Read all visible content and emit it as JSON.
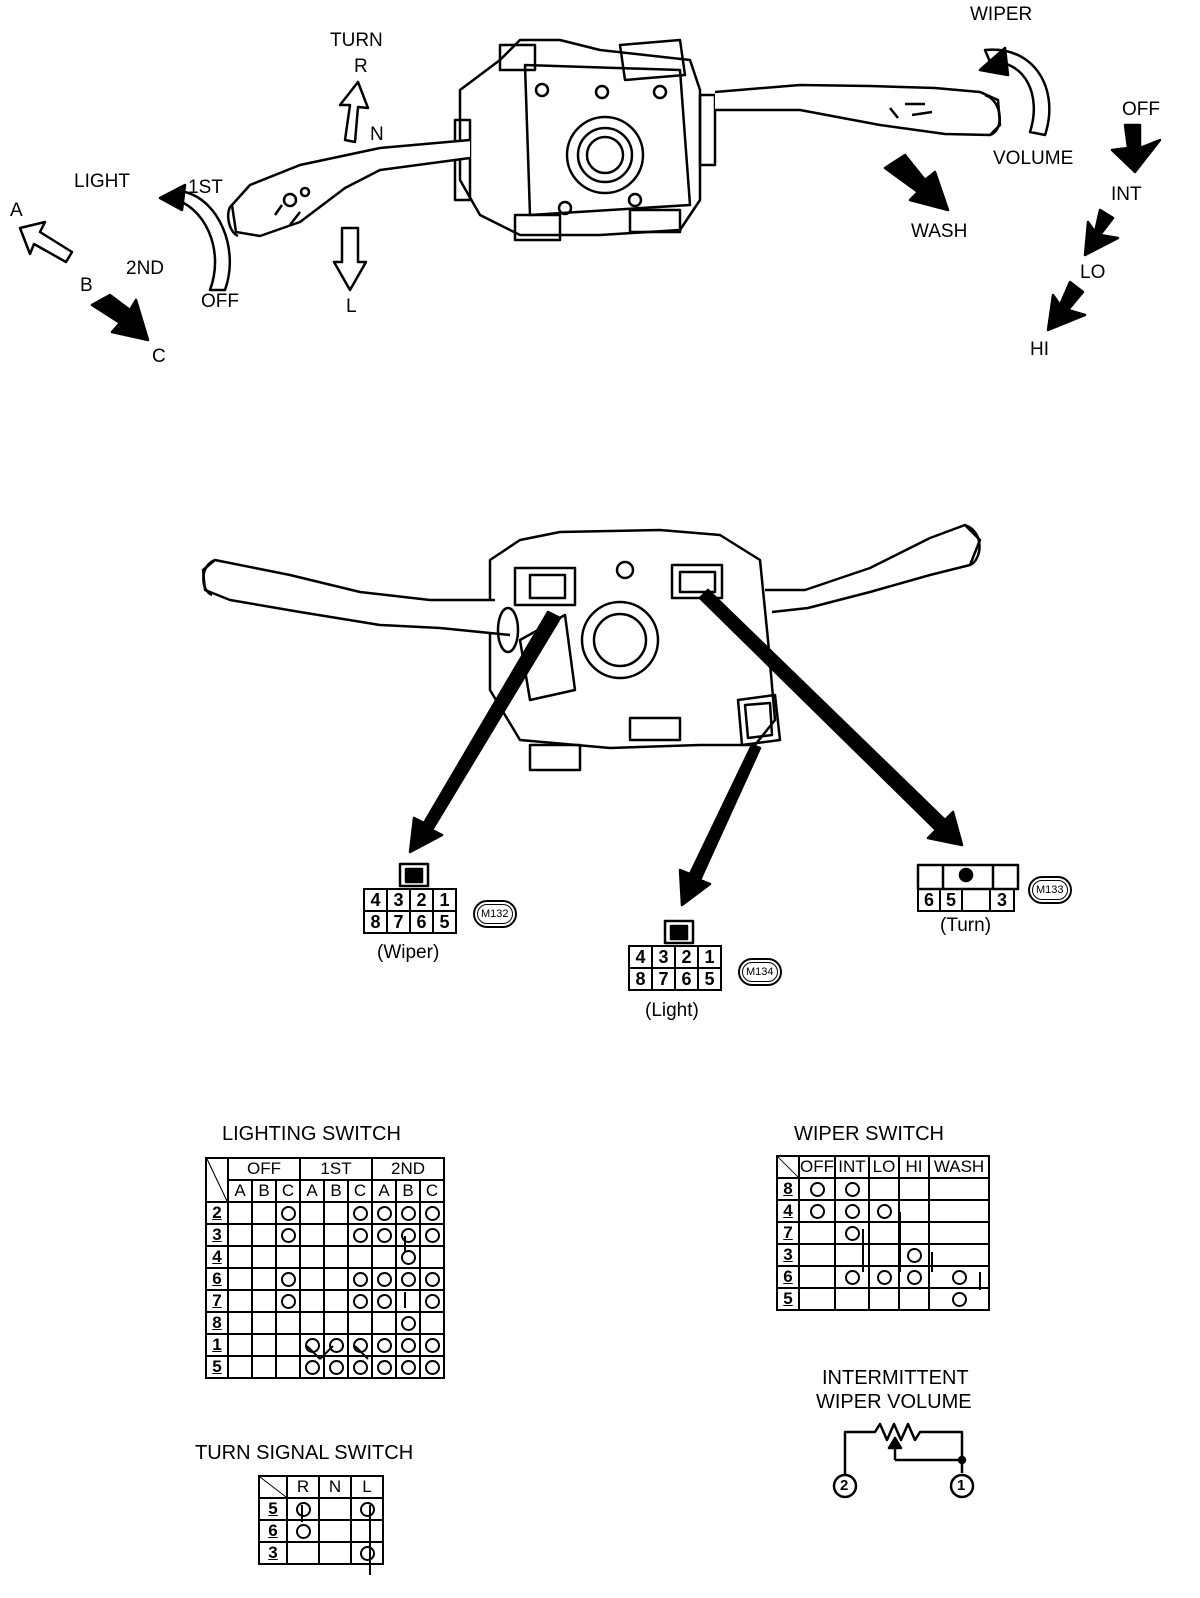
{
  "top_labels": {
    "turn": "TURN",
    "r": "R",
    "n": "N",
    "l": "L",
    "light": "LIGHT",
    "first": "1ST",
    "second": "2ND",
    "off_light": "OFF",
    "a": "A",
    "b": "B",
    "c": "C",
    "wiper": "WIPER",
    "volume": "VOLUME",
    "wash": "WASH",
    "off_wiper": "OFF",
    "int": "INT",
    "lo": "LO",
    "hi": "HI"
  },
  "connectors": {
    "wiper": {
      "id": "M132",
      "caption": "(Wiper)",
      "top": [
        "4",
        "3",
        "2",
        "1"
      ],
      "bottom": [
        "8",
        "7",
        "6",
        "5"
      ]
    },
    "light": {
      "id": "M134",
      "caption": "(Light)",
      "top": [
        "4",
        "3",
        "2",
        "1"
      ],
      "bottom": [
        "8",
        "7",
        "6",
        "5"
      ]
    },
    "turn": {
      "id": "M133",
      "caption": "(Turn)",
      "top": [
        "",
        "",
        ""
      ],
      "bottom": [
        "6",
        "5",
        "",
        "3"
      ]
    }
  },
  "lighting_switch": {
    "title": "LIGHTING SWITCH",
    "groups": [
      "OFF",
      "1ST",
      "2ND"
    ],
    "sub": [
      "A",
      "B",
      "C",
      "A",
      "B",
      "C",
      "A",
      "B",
      "C"
    ],
    "rows": [
      {
        "t": "2",
        "c": [
          0,
          0,
          1,
          0,
          0,
          1,
          1,
          1,
          1
        ]
      },
      {
        "t": "3",
        "c": [
          0,
          0,
          1,
          0,
          0,
          1,
          1,
          1,
          1
        ]
      },
      {
        "t": "4",
        "c": [
          0,
          0,
          0,
          0,
          0,
          0,
          0,
          1,
          0
        ]
      },
      {
        "t": "6",
        "c": [
          0,
          0,
          1,
          0,
          0,
          1,
          1,
          1,
          1
        ]
      },
      {
        "t": "7",
        "c": [
          0,
          0,
          1,
          0,
          0,
          1,
          1,
          0,
          1
        ]
      },
      {
        "t": "8",
        "c": [
          0,
          0,
          0,
          0,
          0,
          0,
          0,
          1,
          0
        ]
      },
      {
        "t": "1",
        "c": [
          0,
          0,
          0,
          1,
          1,
          1,
          1,
          1,
          1
        ]
      },
      {
        "t": "5",
        "c": [
          0,
          0,
          0,
          1,
          1,
          1,
          1,
          1,
          1
        ]
      }
    ]
  },
  "wiper_switch": {
    "title": "WIPER SWITCH",
    "cols": [
      "OFF",
      "INT",
      "LO",
      "HI",
      "WASH"
    ],
    "rows": [
      {
        "t": "8",
        "c": [
          1,
          1,
          0,
          0,
          0
        ]
      },
      {
        "t": "4",
        "c": [
          1,
          1,
          1,
          0,
          0
        ]
      },
      {
        "t": "7",
        "c": [
          0,
          1,
          0,
          0,
          0
        ]
      },
      {
        "t": "3",
        "c": [
          0,
          0,
          0,
          1,
          0
        ]
      },
      {
        "t": "6",
        "c": [
          0,
          1,
          1,
          1,
          1
        ]
      },
      {
        "t": "5",
        "c": [
          0,
          0,
          0,
          0,
          1
        ]
      }
    ]
  },
  "turn_switch": {
    "title": "TURN SIGNAL SWITCH",
    "cols": [
      "R",
      "N",
      "L"
    ],
    "rows": [
      {
        "t": "5",
        "c": [
          1,
          0,
          1
        ]
      },
      {
        "t": "6",
        "c": [
          1,
          0,
          0
        ]
      },
      {
        "t": "3",
        "c": [
          0,
          0,
          1
        ]
      }
    ]
  },
  "volume": {
    "title_line1": "INTERMITTENT",
    "title_line2": "WIPER VOLUME",
    "terminal_a": "2",
    "terminal_b": "1"
  }
}
